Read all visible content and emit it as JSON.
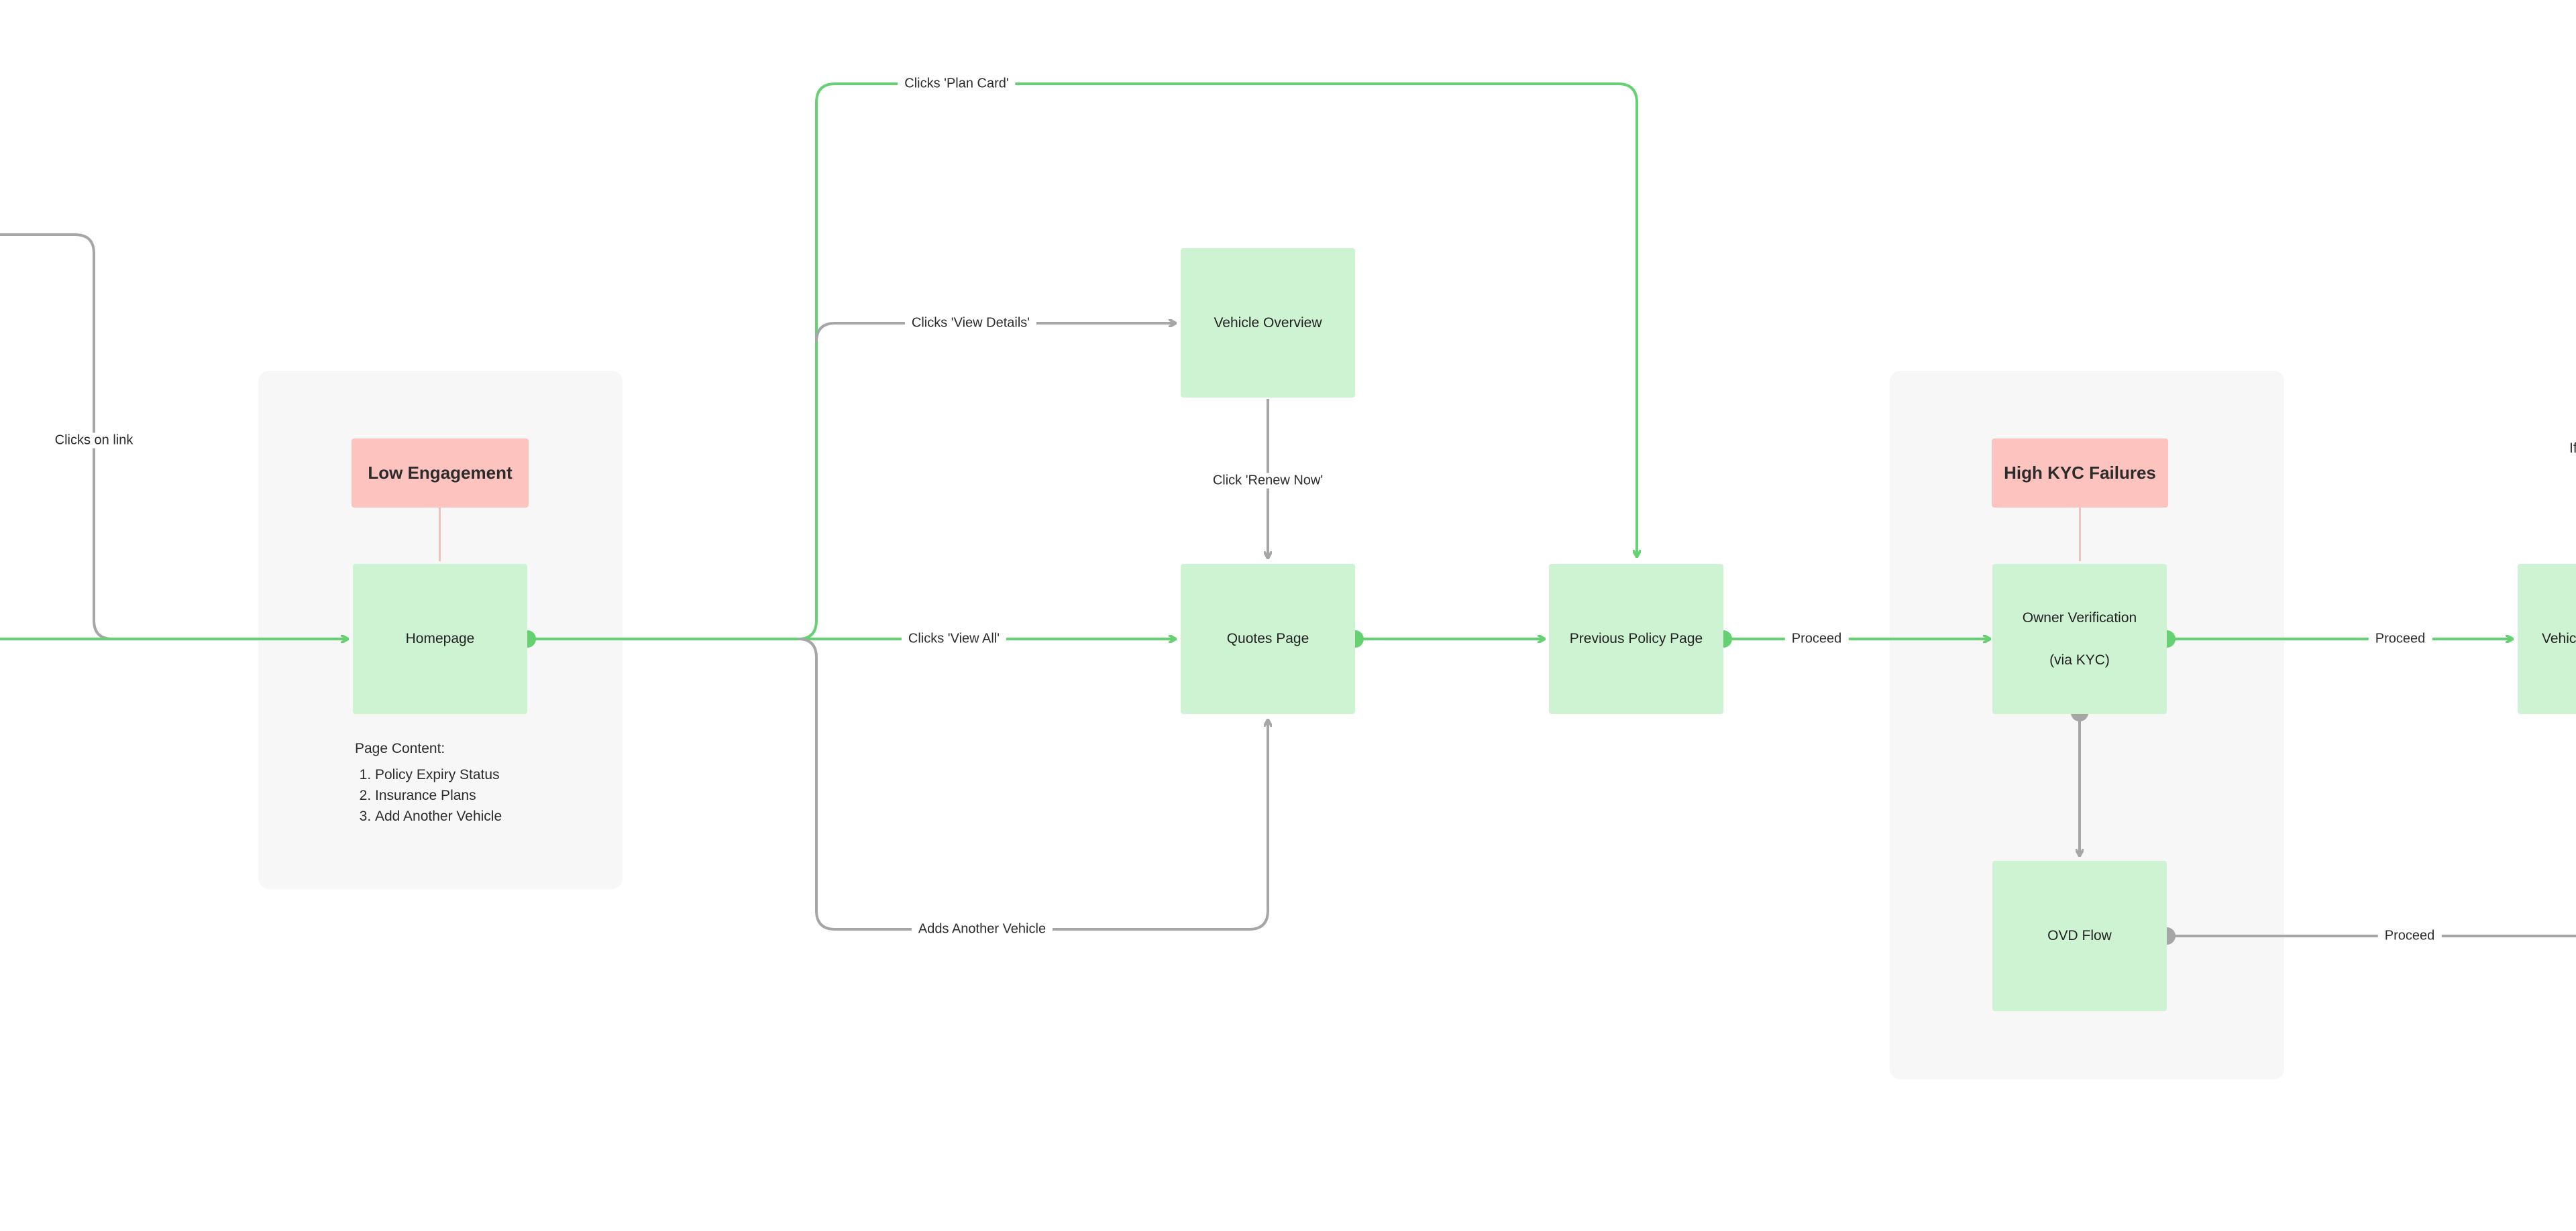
{
  "colors": {
    "flow_primary": "#66d173",
    "flow_secondary": "#a6a6a6",
    "node_fill": "#cdf3d2",
    "callout_fill": "#fdc4bf",
    "group_fill": "#f7f7f7"
  },
  "nodes": {
    "homepage": "Homepage",
    "vehicle_overview": "Vehicle Overview",
    "quotes_page": "Quotes Page",
    "previous_policy_page": "Previous Policy Page",
    "owner_verification_line1": "Owner Verification",
    "owner_verification_line2": "(via KYC)",
    "ovd_flow": "OVD Flow",
    "vehicle_partial": "Vehic"
  },
  "callouts": {
    "low_engagement": "Low Engagement",
    "high_kyc_failures": "High KYC Failures"
  },
  "homepage_notes": {
    "heading": "Page Content:",
    "items": [
      "Policy Expiry Status",
      "Insurance Plans",
      "Add Another Vehicle"
    ]
  },
  "edge_labels": {
    "clicks_on_link": "Clicks on link",
    "clicks_plan_card": "Clicks 'Plan Card'",
    "clicks_view_details": "Clicks 'View Details'",
    "click_renew_now": "Click 'Renew Now'",
    "clicks_view_all": "Clicks 'View All'",
    "adds_another_vehicle": "Adds Another Vehicle",
    "proceed_policy": "Proceed",
    "proceed_kyc": "Proceed",
    "proceed_ovd": "Proceed"
  },
  "partial_text": {
    "right_edge_fragment": "If"
  }
}
